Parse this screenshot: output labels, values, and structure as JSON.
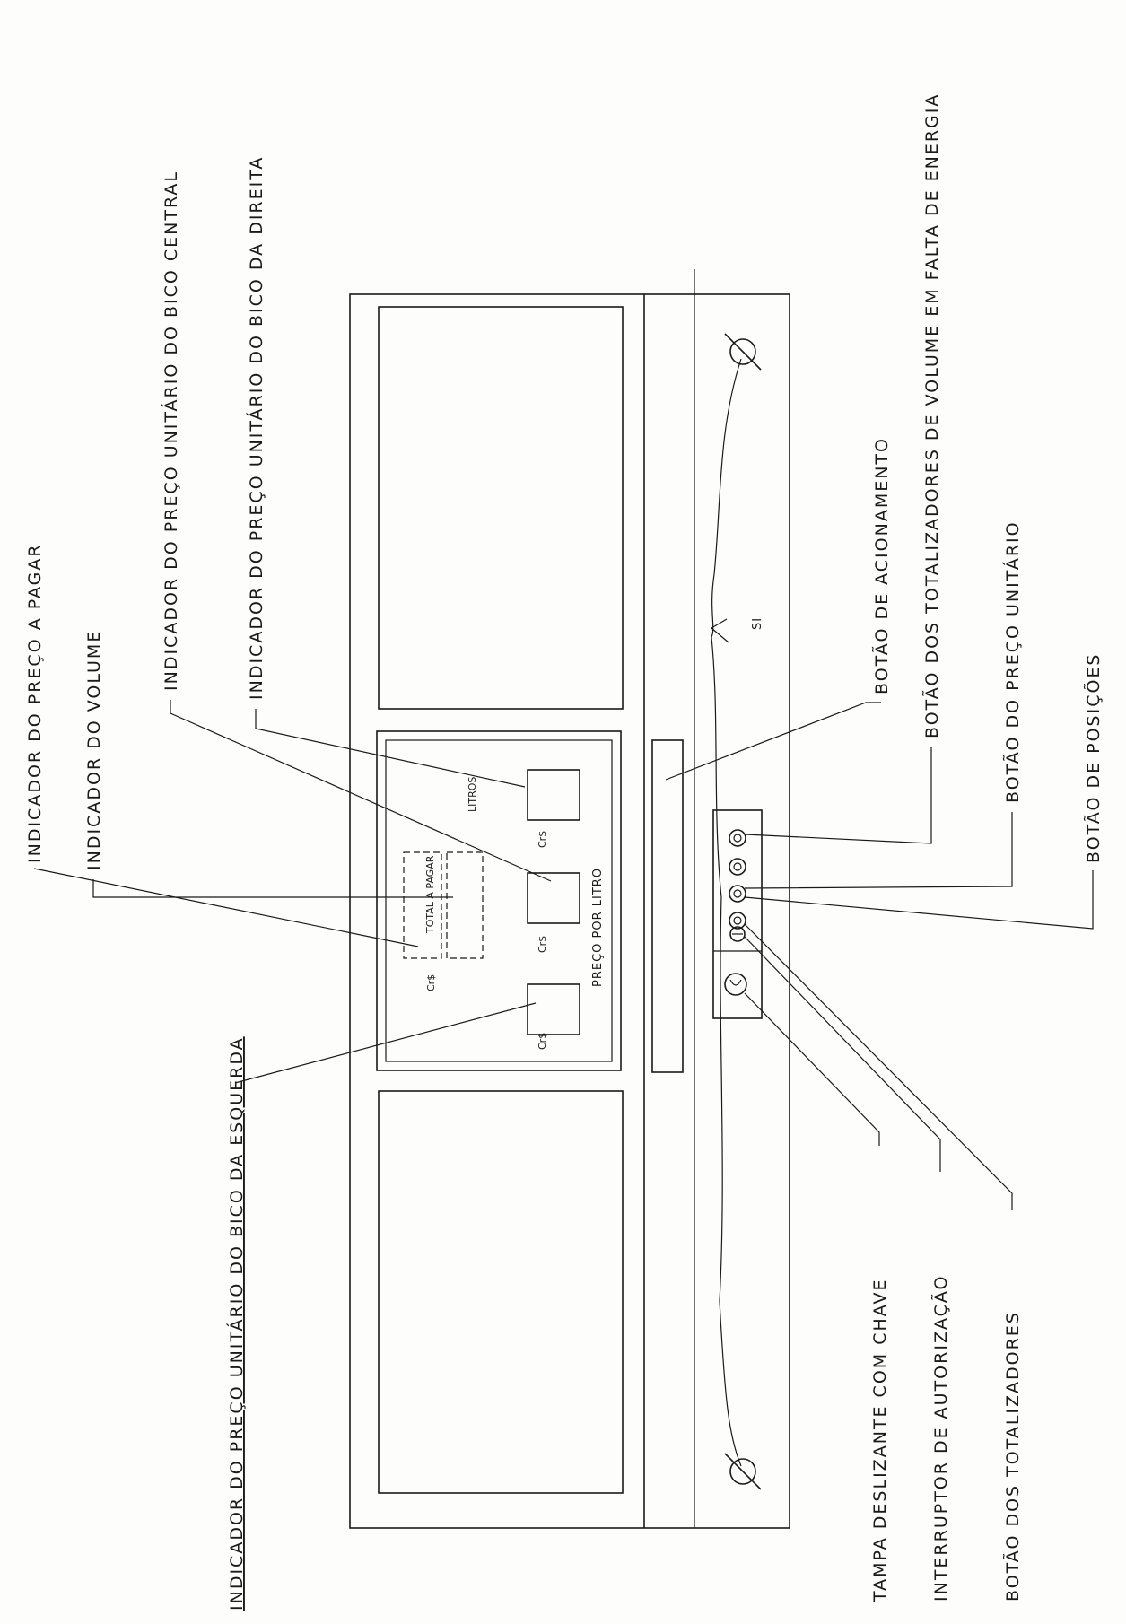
{
  "callouts": {
    "preco_a_pagar": "INDICADOR DO PREÇO A PAGAR",
    "volume": "INDICADOR DO VOLUME",
    "bico_central": "INDICADOR DO PREÇO UNITÁRIO DO BICO CENTRAL",
    "bico_direita": "INDICADOR DO PREÇO UNITÁRIO DO BICO DA DIREITA",
    "bico_esquerda": "INDICADOR DO PREÇO UNITÁRIO DO BICO DA ESQUERDA",
    "acionamento": "BOTÃO DE ACIONAMENTO",
    "totalizadores_falta_energia": "BOTÃO DOS TOTALIZADORES DE VOLUME EM FALTA DE ENERGIA",
    "preco_unitario": "BOTÃO DO PREÇO UNITÁRIO",
    "posicoes": "BOTÃO DE POSIÇÕES",
    "tampa": "TAMPA DESLIZANTE COM CHAVE",
    "interruptor": "INTERRUPTOR DE AUTORIZAÇÃO",
    "totalizadores": "BOTÃO DOS TOTALIZADORES"
  },
  "panel": {
    "total_a_pagar": "TOTAL A PAGAR",
    "litros": "LITROS",
    "preco_por_litro": "PREÇO POR LITRO",
    "currency": "Cr$",
    "seal": "SI"
  }
}
